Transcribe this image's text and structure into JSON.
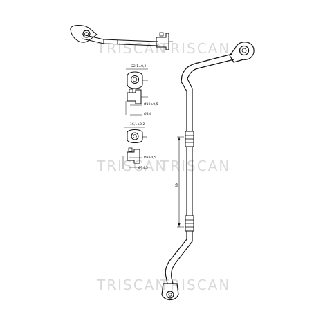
{
  "diagram": {
    "watermarks": [
      "TRISCAN",
      "TRISCAN",
      "TRISCAN",
      "TRISCAN",
      "TRISCAN",
      "TRISCAN"
    ],
    "fitting_1": {
      "thread_dim": "22,1±0,2",
      "bore_dim": "Ø10±0,5",
      "length_dim": "Ø8,4"
    },
    "fitting_2": {
      "thread_dim": "16,1±0,2",
      "bore_dim": "Ø8±0,5",
      "length_dim": "Ø14,5"
    },
    "hose_length_dim": "89"
  }
}
